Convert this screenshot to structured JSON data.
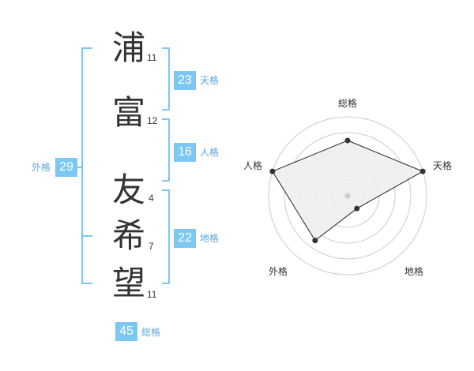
{
  "name": {
    "chars": [
      {
        "char": "浦",
        "strokes": "11"
      },
      {
        "char": "富",
        "strokes": "12"
      },
      {
        "char": "友",
        "strokes": "4"
      },
      {
        "char": "希",
        "strokes": "7"
      },
      {
        "char": "望",
        "strokes": "11"
      }
    ]
  },
  "fortune": {
    "tenkaku": {
      "value": "23",
      "label": "天格"
    },
    "jinkaku": {
      "value": "16",
      "label": "人格"
    },
    "chikaku": {
      "value": "22",
      "label": "地格"
    },
    "gaikaku": {
      "value": "29",
      "label": "外格"
    },
    "soukaku": {
      "value": "45",
      "label": "総格"
    }
  },
  "colors": {
    "accent": "#7cc8f2",
    "label": "#5aa9dc",
    "text": "#333333"
  },
  "radar": {
    "axes": [
      "総格",
      "天格",
      "地格",
      "外格",
      "人格"
    ],
    "levels": 5,
    "values_fraction": [
      0.7,
      1.0,
      0.2,
      0.7,
      1.0
    ]
  }
}
